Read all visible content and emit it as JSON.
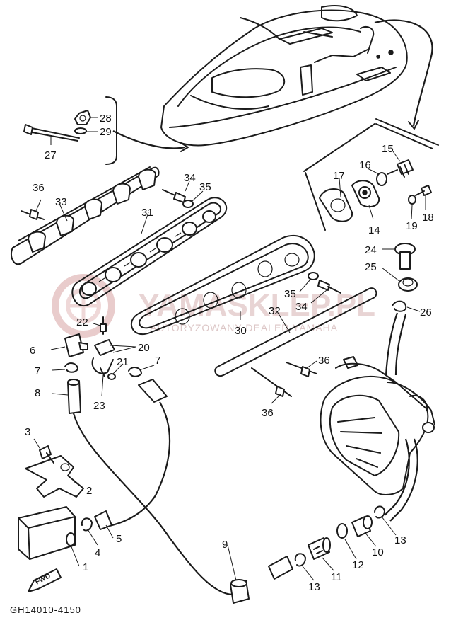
{
  "diagram": {
    "code": "GH14010-4150",
    "fwd_label": "FWD",
    "watermark": {
      "main": "YAMASKLEP.PL",
      "sub": "AUTORYZOWANY DEALER YAMAHA"
    },
    "callouts": {
      "c1": "1",
      "c2": "2",
      "c3": "3",
      "c4": "4",
      "c5": "5",
      "c6": "6",
      "c7a": "7",
      "c7b": "7",
      "c8": "8",
      "c9": "9",
      "c10": "10",
      "c11": "11",
      "c12": "12",
      "c13a": "13",
      "c13b": "13",
      "c14": "14",
      "c15": "15",
      "c16": "16",
      "c17": "17",
      "c18": "18",
      "c19": "19",
      "c20": "20",
      "c21": "21",
      "c22": "22",
      "c23": "23",
      "c24": "24",
      "c25": "25",
      "c26": "26",
      "c27": "27",
      "c28": "28",
      "c29": "29",
      "c30": "30",
      "c31": "31",
      "c32": "32",
      "c33": "33",
      "c34a": "34",
      "c34b": "34",
      "c35a": "35",
      "c35b": "35",
      "c36a": "36",
      "c36b": "36",
      "c36c": "36"
    }
  }
}
